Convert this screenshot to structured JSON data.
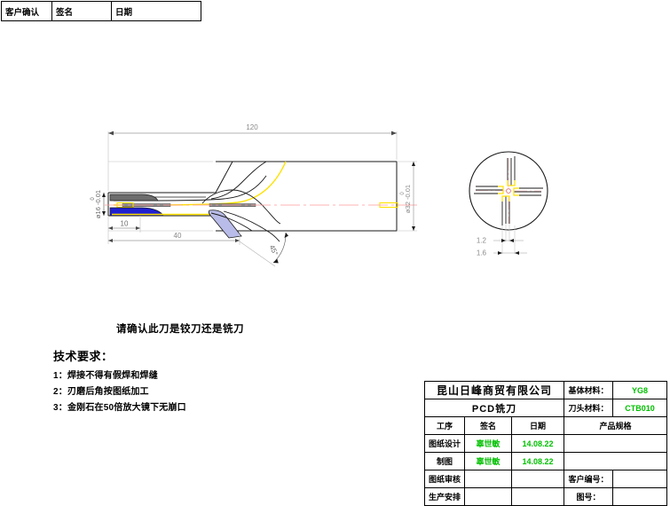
{
  "approval_table": {
    "cells": [
      "客户确认",
      "签名",
      "日期"
    ]
  },
  "drawing": {
    "dimensions": {
      "overall_length": "120",
      "flute_land": "10",
      "flute_length": "40",
      "chamfer_angle": "45°",
      "shank_diameter_value": "ø16",
      "shank_tol_upper": "0",
      "shank_tol_lower": "-0.01",
      "body_diameter_value": "ø32",
      "body_tol_upper": "0",
      "body_tol_lower": "-0.01",
      "slot_width_small": "1.2",
      "slot_width_large": "1.6"
    },
    "colors": {
      "outline": "#1a1a1a",
      "highlight_yellow": "#ffe100",
      "insert_blue": "#2020d0",
      "insert_light_blue": "#b9bce8",
      "centerline_red": "#ff9a9a",
      "dimension_gray": "#9a9a9a",
      "slot_gray": "#8a8a8a"
    }
  },
  "notes": {
    "confirm": "请确认此刀是铰刀还是铣刀",
    "requirements_title": "技术要求：",
    "requirements": [
      "1：焊接不得有假焊和焊缝",
      "2：刃磨后角按图纸加工",
      "3：金刚石在50倍放大镜下无崩口"
    ]
  },
  "title_block": {
    "company": "昆山日峰商贸有限公司",
    "product_name": "PCD铣刀",
    "base_material_label": "基体材料：",
    "base_material_value": "YG8",
    "tip_material_label": "刀头材料：",
    "tip_material_value": "CTB010",
    "col_headers": [
      "工序",
      "签名",
      "日期"
    ],
    "product_spec_label": "产品规格",
    "rows": [
      {
        "operation": "图纸设计",
        "signature": "辜世敏",
        "date": "14.08.22"
      },
      {
        "operation": "制图",
        "signature": "辜世敏",
        "date": "14.08.22"
      },
      {
        "operation": "图纸审核",
        "signature": "",
        "date": ""
      },
      {
        "operation": "生产安排",
        "signature": "",
        "date": ""
      }
    ],
    "customer_no_label": "客户编号：",
    "customer_no_value": "",
    "drawing_no_label": "图号：",
    "drawing_no_value": ""
  }
}
